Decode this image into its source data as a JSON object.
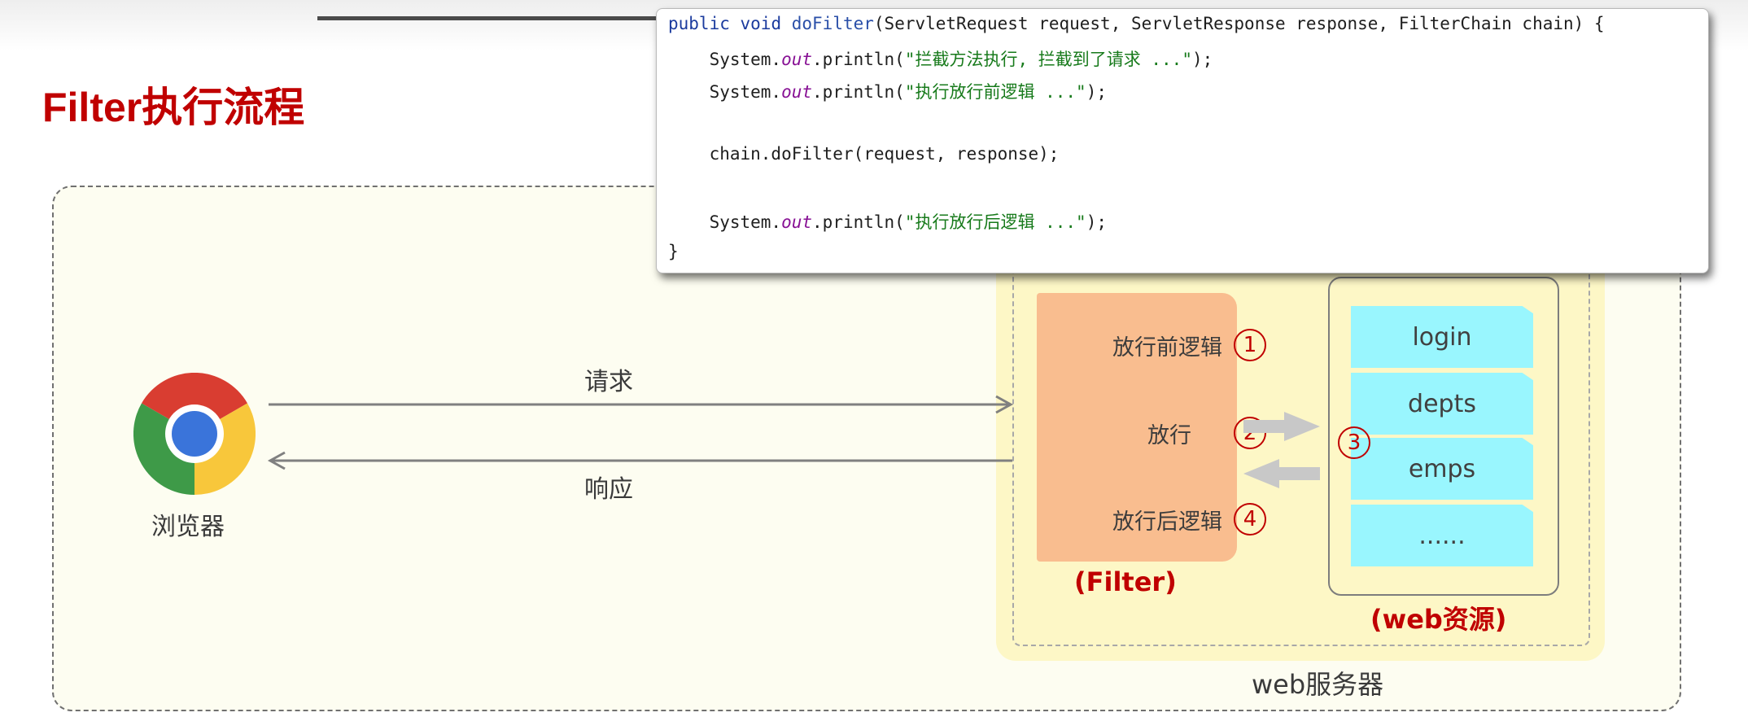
{
  "title": "Filter执行流程",
  "browser": {
    "label": "浏览器",
    "icon": "chrome-browser-icon"
  },
  "arrows": {
    "request_label": "请求",
    "response_label": "响应"
  },
  "filter": {
    "items": [
      {
        "text": "放行前逻辑",
        "num": "1"
      },
      {
        "text": "放行",
        "num": "2"
      },
      {
        "text": "放行后逻辑",
        "num": "4"
      }
    ],
    "caption": "(Filter)"
  },
  "web_resources": {
    "step_num": "3",
    "items": [
      "login",
      "depts",
      "emps",
      "......"
    ],
    "caption": "(web资源)"
  },
  "server": {
    "label": "web服务器"
  },
  "code": {
    "signature": {
      "kw1": "public",
      "kw2": "void",
      "method": "doFilter",
      "params": "(ServletRequest request, ServletResponse response, FilterChain chain) {"
    },
    "println1": {
      "prefix": "System.",
      "field": "out",
      "call": ".println(",
      "string": "\"拦截方法执行, 拦截到了请求 ...\"",
      "suffix": ");"
    },
    "println2": {
      "prefix": "System.",
      "field": "out",
      "call": ".println(",
      "string": "\"执行放行前逻辑 ...\"",
      "suffix": ");"
    },
    "chain_call": "chain.doFilter(request, response);",
    "println3": {
      "prefix": "System.",
      "field": "out",
      "call": ".println(",
      "string": "\"执行放行后逻辑 ...\"",
      "suffix": ");"
    },
    "closing": "}"
  },
  "colors": {
    "title": "#c00000",
    "filter_box": "#f9bd8f",
    "resource_item": "#99f6fe",
    "server_box": "#fdf7c6",
    "outer_box": "#fdfdf1"
  }
}
